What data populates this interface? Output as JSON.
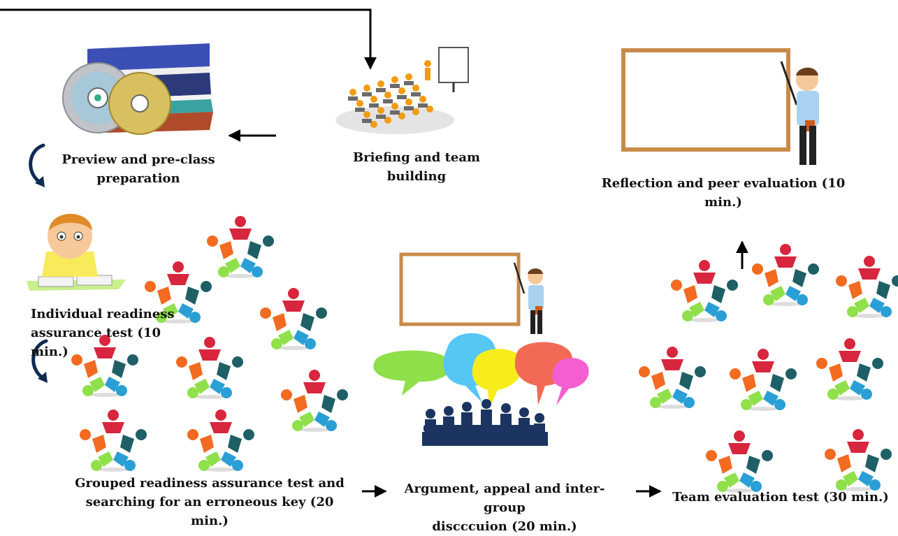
{
  "steps": {
    "preview": "Preview and pre-class\npreparation",
    "briefing": "Briefing and team\nbuilding",
    "reflection": "Reflection and peer evaluation (10\nmin.)",
    "individual": "Individual readiness\nassurance test (10 min.)",
    "grouped": "Grouped readiness assurance test and\nsearching for an erroneous  key (20 min.)",
    "argument": "Argument, appeal and inter-group\ndiscccuion (20 min.)",
    "team_eval": "Team evaluation test (30 min.)"
  },
  "colors": {
    "person_top": "#d7263d",
    "person_right": "#1f5f66",
    "person_bottom_right": "#2a9fd6",
    "person_bottom_left": "#8fe04a",
    "person_left": "#f26b21",
    "bubble_green": "#8fe04a",
    "bubble_blue": "#56c6f5",
    "bubble_yellow": "#f7ec1c",
    "bubble_red": "#f26a55",
    "bubble_pink": "#f45ed0",
    "silhouette": "#1c3560",
    "board_frame": "#c98a4a"
  }
}
